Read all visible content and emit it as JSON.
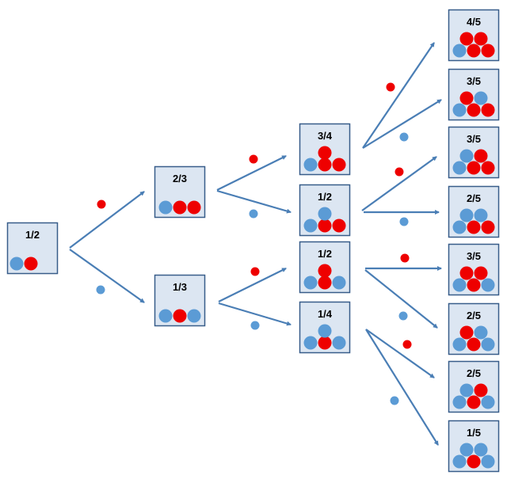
{
  "colors": {
    "red": "#ee0000",
    "blue": "#5b9bd5",
    "box_fill": "#dce6f2",
    "box_stroke": "#385d8a",
    "arrow": "#4a7eb5"
  },
  "nodes": [
    {
      "id": "n0",
      "label": "1/2",
      "balls_top": [],
      "balls_bottom": [
        "blue",
        "red"
      ]
    },
    {
      "id": "n1a",
      "label": "2/3",
      "balls_top": [],
      "balls_bottom": [
        "blue",
        "red",
        "red"
      ]
    },
    {
      "id": "n1b",
      "label": "1/3",
      "balls_top": [],
      "balls_bottom": [
        "blue",
        "red",
        "blue"
      ]
    },
    {
      "id": "n2a",
      "label": "3/4",
      "balls_top": [
        "red"
      ],
      "balls_bottom": [
        "blue",
        "red",
        "red"
      ]
    },
    {
      "id": "n2b",
      "label": "1/2",
      "balls_top": [
        "blue"
      ],
      "balls_bottom": [
        "blue",
        "red",
        "red"
      ]
    },
    {
      "id": "n2c",
      "label": "1/2",
      "balls_top": [
        "red"
      ],
      "balls_bottom": [
        "blue",
        "red",
        "blue"
      ]
    },
    {
      "id": "n2d",
      "label": "1/4",
      "balls_top": [
        "blue"
      ],
      "balls_bottom": [
        "blue",
        "red",
        "blue"
      ]
    },
    {
      "id": "n3a",
      "label": "4/5",
      "balls_top": [
        "red",
        "red"
      ],
      "balls_bottom": [
        "blue",
        "red",
        "red"
      ]
    },
    {
      "id": "n3b",
      "label": "3/5",
      "balls_top": [
        "red",
        "blue"
      ],
      "balls_bottom": [
        "blue",
        "red",
        "red"
      ]
    },
    {
      "id": "n3c",
      "label": "3/5",
      "balls_top": [
        "blue",
        "red"
      ],
      "balls_bottom": [
        "blue",
        "red",
        "red"
      ]
    },
    {
      "id": "n3d",
      "label": "2/5",
      "balls_top": [
        "blue",
        "blue"
      ],
      "balls_bottom": [
        "blue",
        "red",
        "red"
      ]
    },
    {
      "id": "n3e",
      "label": "3/5",
      "balls_top": [
        "red",
        "red"
      ],
      "balls_bottom": [
        "blue",
        "red",
        "blue"
      ]
    },
    {
      "id": "n3f",
      "label": "2/5",
      "balls_top": [
        "red",
        "blue"
      ],
      "balls_bottom": [
        "blue",
        "red",
        "blue"
      ]
    },
    {
      "id": "n3g",
      "label": "2/5",
      "balls_top": [
        "blue",
        "red"
      ],
      "balls_bottom": [
        "blue",
        "red",
        "blue"
      ]
    },
    {
      "id": "n3h",
      "label": "1/5",
      "balls_top": [
        "blue",
        "blue"
      ],
      "balls_bottom": [
        "blue",
        "red",
        "blue"
      ]
    }
  ],
  "edges": [
    {
      "from": "n0",
      "to": "n1a",
      "ball": "red"
    },
    {
      "from": "n0",
      "to": "n1b",
      "ball": "blue"
    },
    {
      "from": "n1a",
      "to": "n2a",
      "ball": "red"
    },
    {
      "from": "n1a",
      "to": "n2b",
      "ball": "blue"
    },
    {
      "from": "n1b",
      "to": "n2c",
      "ball": "red"
    },
    {
      "from": "n1b",
      "to": "n2d",
      "ball": "blue"
    },
    {
      "from": "n2a",
      "to": "n3a",
      "ball": "red"
    },
    {
      "from": "n2a",
      "to": "n3b",
      "ball": "blue"
    },
    {
      "from": "n2b",
      "to": "n3c",
      "ball": "red"
    },
    {
      "from": "n2b",
      "to": "n3d",
      "ball": "blue"
    },
    {
      "from": "n2c",
      "to": "n3e",
      "ball": "red"
    },
    {
      "from": "n2c",
      "to": "n3f",
      "ball": "blue"
    },
    {
      "from": "n2d",
      "to": "n3g",
      "ball": "red"
    },
    {
      "from": "n2d",
      "to": "n3h",
      "ball": "blue"
    }
  ]
}
